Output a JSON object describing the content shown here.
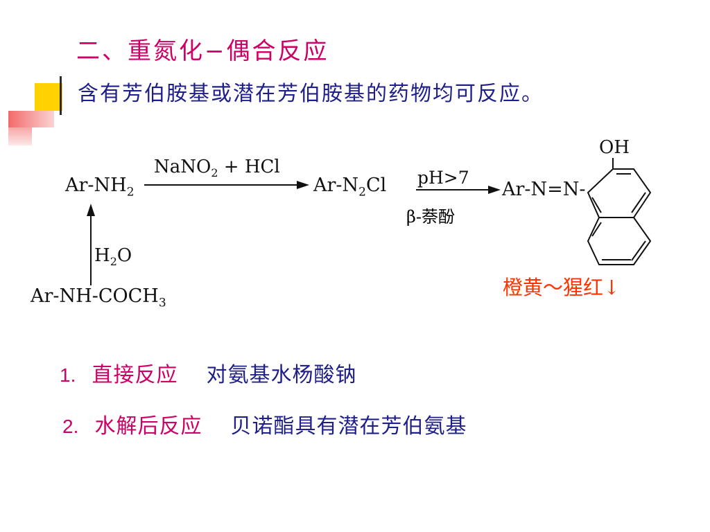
{
  "slide": {
    "title": "二、重氮化−偶合反应",
    "subtitle": "含有芳伯胺基或潜在芳伯胺基的药物均可反应。"
  },
  "scheme": {
    "amine": "Ar-NH",
    "amine_sub": "2",
    "reagent1_a": "NaNO",
    "reagent1_sub": "2",
    "reagent1_b": " + HCl",
    "diazonium_a": "Ar-N",
    "diazonium_sub": "2",
    "diazonium_b": "Cl",
    "condition": "pH>7",
    "coupling_reagent": "β-萘酚",
    "azo_product": "Ar-N=N-",
    "oh_group": "OH",
    "hydrolysis_reagent_a": "H",
    "hydrolysis_reagent_sub": "2",
    "hydrolysis_reagent_b": "O",
    "acetamide_a": "Ar-NH-COCH",
    "acetamide_sub": "3",
    "result": "橙黄～猩红↓"
  },
  "items": [
    {
      "num": "1.",
      "label": "直接反应",
      "desc": "对氨基水杨酸钠"
    },
    {
      "num": "2.",
      "label": "水解后反应",
      "desc": "贝诺酯具有潜在芳伯氨基"
    }
  ]
}
